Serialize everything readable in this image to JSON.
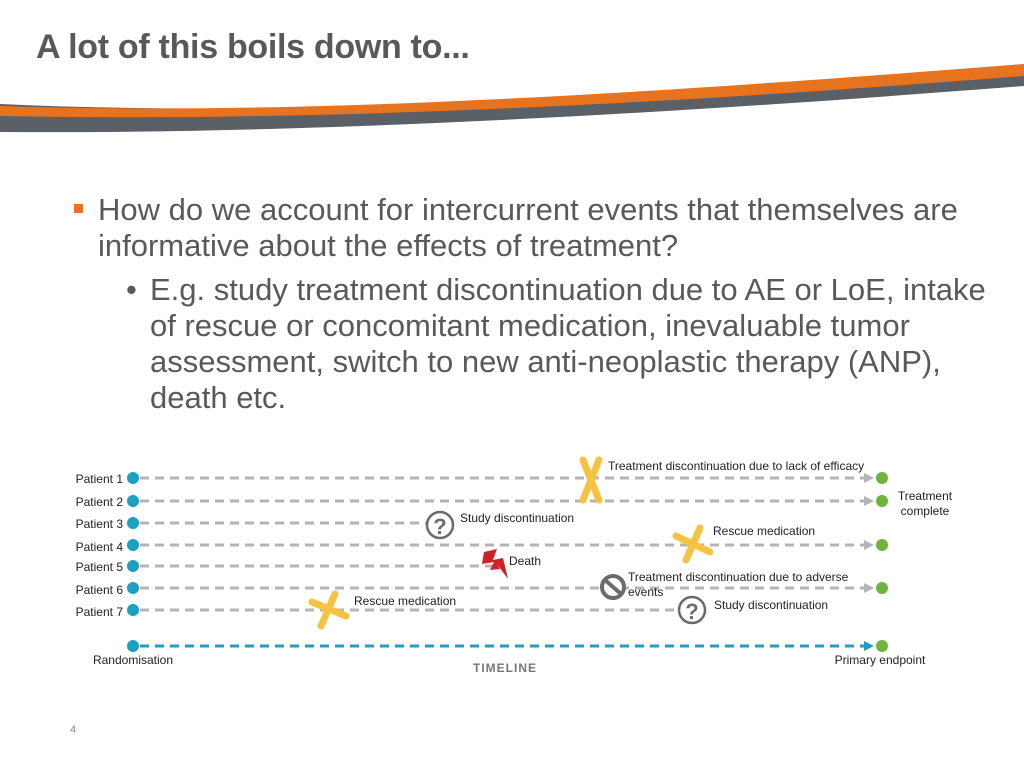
{
  "slide": {
    "title": "A lot of this boils down to...",
    "page_number": "4"
  },
  "colors": {
    "accent_orange": "#e8731e",
    "swoosh_gray": "#5b5f66",
    "dash_gray": "#b4b4b4",
    "patient_dot": "#1aa0c0",
    "endpoint_green": "#6fb43f",
    "marker_yellow": "#f5c242",
    "lightning_red": "#d0202a",
    "timeline_blue": "#1aa0c0"
  },
  "bullets": {
    "main": "How do we account for intercurrent events that themselves are informative about the effects of treatment?",
    "sub": "E.g. study treatment discontinuation due to AE or LoE, intake of rescue or concomitant medication, inevaluable tumor assessment, switch to new anti-neoplastic therapy (ANP), death etc."
  },
  "diagram": {
    "patients": [
      "Patient 1",
      "Patient 2",
      "Patient 3",
      "Patient 4",
      "Patient 5",
      "Patient 6",
      "Patient 7"
    ],
    "events": {
      "lack_of_efficacy": "Treatment discontinuation due to lack of efficacy",
      "treatment_complete_line1": "Treatment",
      "treatment_complete_line2": "complete",
      "study_discontinuation_1": "Study discontinuation",
      "rescue_medication_1": "Rescue medication",
      "death": "Death",
      "adverse_events_line1": "Treatment discontinuation due to adverse",
      "adverse_events_line2": "events",
      "rescue_medication_2": "Rescue medication",
      "study_discontinuation_2": "Study discontinuation"
    },
    "icons": {
      "question": "?",
      "cross_mark": "yellow-cross-icon",
      "no_entry": "no-entry-icon",
      "lightning": "lightning-icon"
    },
    "timeline": {
      "start_label": "Randomisation",
      "end_label": "Primary endpoint",
      "axis_label": "TIMELINE"
    }
  }
}
